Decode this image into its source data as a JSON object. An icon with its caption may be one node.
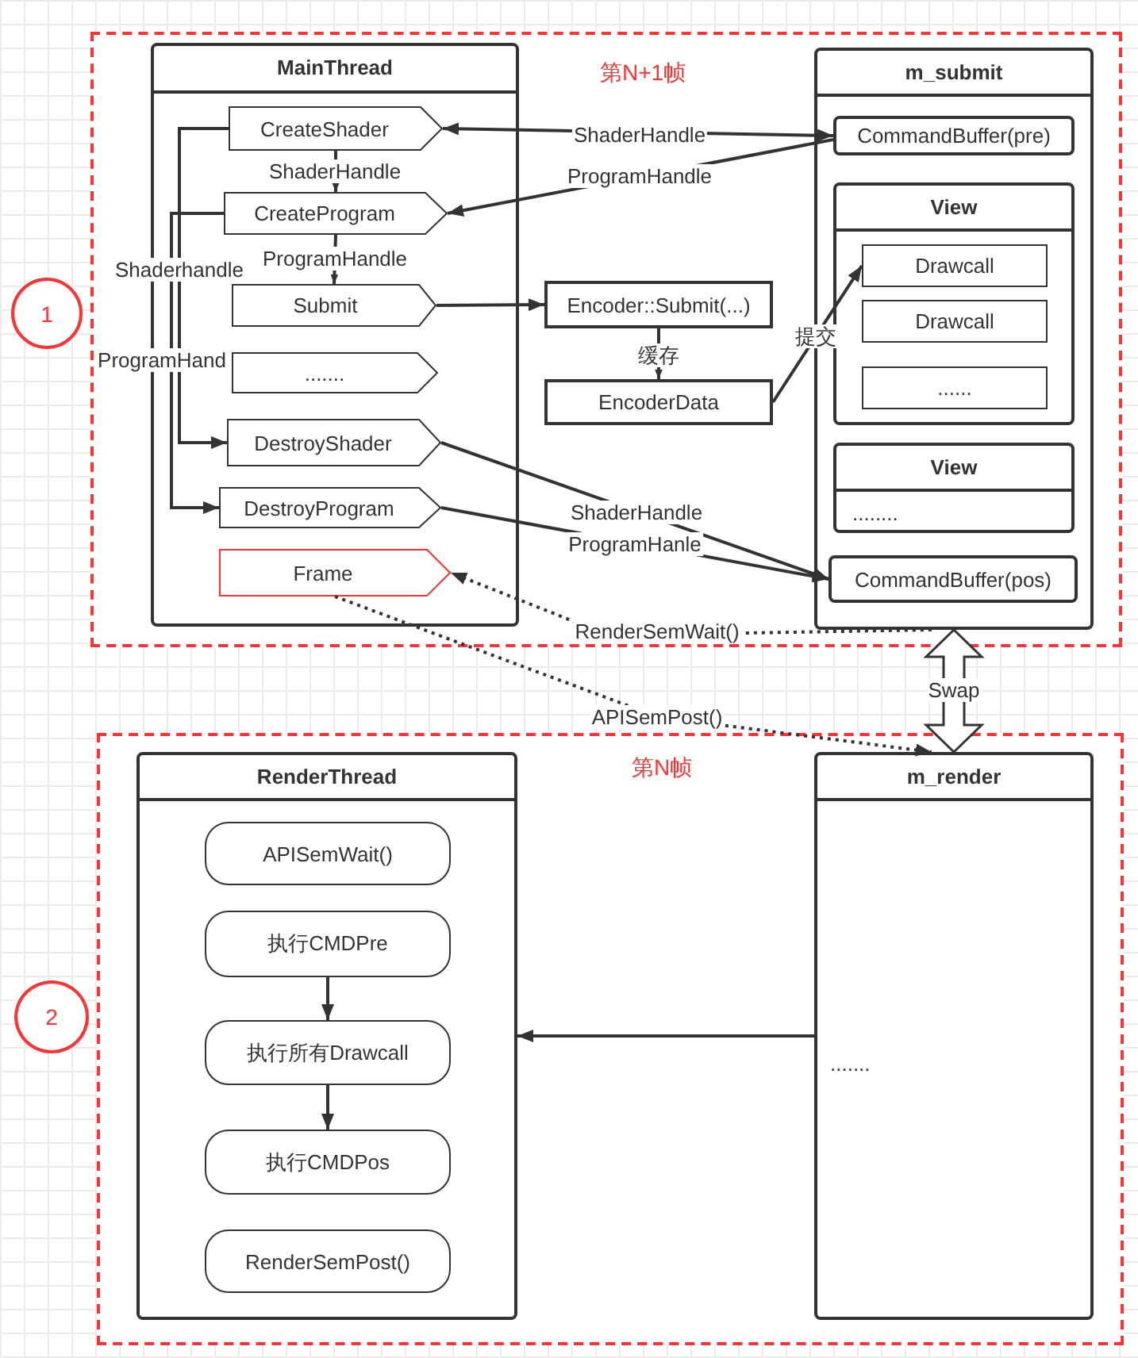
{
  "diagram": {
    "nodes": [
      {
        "text": [
          "第N+1帧"
        ]
      },
      {
        "text": [
          "MainThread"
        ],
        "in": 0
      },
      {
        "text": [
          "CreateShader"
        ],
        "in": 1
      },
      {
        "text": [
          "CreateProgram"
        ],
        "in": 1
      },
      {
        "text": [
          "Submit"
        ],
        "in": 1
      },
      {
        "text": [
          "......."
        ],
        "in": 1
      },
      {
        "text": [
          "DestroyShader"
        ],
        "in": 1
      },
      {
        "text": [
          "DestroyProgram"
        ],
        "in": 1
      },
      {
        "text": [
          "Frame"
        ],
        "in": 1
      },
      {
        "text": [
          "Encoder::Submit(...)"
        ],
        "in": 0
      },
      {
        "text": [
          "EncoderData"
        ],
        "in": 0
      },
      {
        "text": [
          "m_submit"
        ],
        "in": 0
      },
      {
        "text": [
          "CommandBuffer(pre)"
        ],
        "in": 11
      },
      {
        "text": [
          "View"
        ],
        "in": 11
      },
      {
        "text": [
          "Drawcall"
        ],
        "in": 13
      },
      {
        "text": [
          "Drawcall"
        ],
        "in": 13
      },
      {
        "text": [
          "......"
        ],
        "in": 13
      },
      {
        "text": [
          "View",
          "........"
        ],
        "in": 11
      },
      {
        "text": [
          "CommandBuffer(pos)"
        ],
        "in": 11
      },
      {
        "text": [
          "1"
        ]
      },
      {
        "text": [
          "第N帧"
        ]
      },
      {
        "text": [
          "RenderThread"
        ],
        "in": 20
      },
      {
        "text": [
          "APISemWait()"
        ],
        "in": 21
      },
      {
        "text": [
          "执行CMDPre"
        ],
        "in": 21
      },
      {
        "text": [
          "执行所有Drawcall"
        ],
        "in": 21
      },
      {
        "text": [
          "执行CMDPos"
        ],
        "in": 21
      },
      {
        "text": [
          "RenderSemPost()"
        ],
        "in": 21
      },
      {
        "text": [
          "m_render",
          "......."
        ],
        "in": 20
      },
      {
        "text": [
          "2"
        ]
      }
    ],
    "edges": [
      {
        "from": 2,
        "to": 12,
        "label": "ShaderHandle",
        "arrow": "both"
      },
      {
        "from": 12,
        "to": 3,
        "label": "ProgramHandle",
        "arrow": "to"
      },
      {
        "from": 2,
        "to": 3,
        "label": "ShaderHandle",
        "arrow": "to"
      },
      {
        "from": 3,
        "to": 4,
        "label": "ProgramHandle",
        "arrow": "to"
      },
      {
        "from": 2,
        "to": 6,
        "label": "Shaderhandle",
        "arrow": "to"
      },
      {
        "from": 3,
        "to": 7,
        "label": "ProgramHand",
        "arrow": "to"
      },
      {
        "from": 4,
        "to": 9,
        "arrow": "to"
      },
      {
        "from": 9,
        "to": 10,
        "label": "缓存",
        "arrow": "to"
      },
      {
        "from": 10,
        "to": 14,
        "label": "提交",
        "arrow": "to"
      },
      {
        "from": 6,
        "to": 18,
        "label": "ShaderHandle",
        "arrow": "to"
      },
      {
        "from": 7,
        "to": 18,
        "label": "ProgramHanle",
        "arrow": "to"
      },
      {
        "from": 11,
        "to": 8,
        "label": "RenderSemWait()",
        "arrow": "to",
        "style": "dashed"
      },
      {
        "from": 8,
        "to": 27,
        "label": "APISemPost()",
        "arrow": "to",
        "style": "dashed"
      },
      {
        "from": 11,
        "to": 27,
        "label": "Swap",
        "arrow": "both",
        "style": "thick"
      },
      {
        "from": 27,
        "to": 21,
        "arrow": "to"
      },
      {
        "from": 23,
        "to": 24,
        "arrow": "to"
      },
      {
        "from": 24,
        "to": 25,
        "arrow": "to"
      }
    ]
  }
}
